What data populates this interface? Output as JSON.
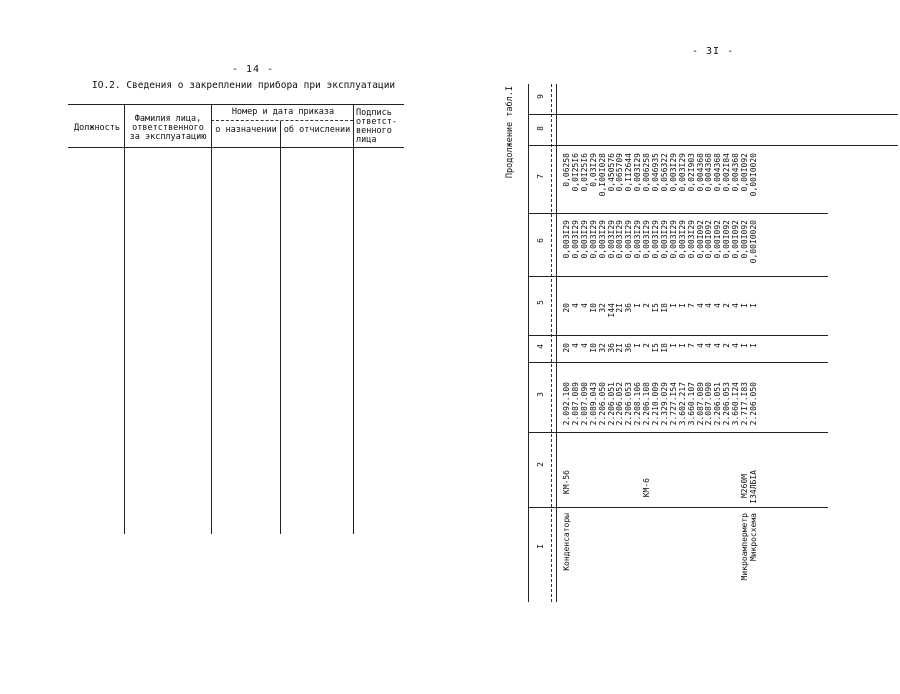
{
  "left_page": {
    "page_number": "- 14 -",
    "title": "IO.2. Сведения о закреплении прибора при эксплуатации",
    "headers": {
      "position": "Должность",
      "name": "Фамилия лица, ответственного за эксплуатацию",
      "order": "Номер и дата приказа",
      "appointment": "о назначении",
      "dismissal": "об отчислении",
      "signature": "Подпись ответст- венного лица"
    }
  },
  "right_page": {
    "page_number": "- 3I -",
    "caption": "Продолжение табл.I",
    "column_numbers": [
      "I",
      "2",
      "3",
      "4",
      "5",
      "6",
      "7",
      "8",
      "9"
    ],
    "col1": [
      "Конденсаторы",
      "Микроамперметр",
      "Микросхема"
    ],
    "col2": [
      "КМ-5б",
      "КМ-6",
      "М260М",
      "I34ЛБIА"
    ],
    "col3": [
      "2.092.100",
      "2.087.089",
      "2.087.090",
      "2.089.043",
      "2.206.050",
      "2.206.051",
      "2.206.052",
      "2.206.053",
      "2.208.106",
      "2.206.108",
      "2.210.009",
      "2.329.029",
      "2.727.I54",
      "3.602.217",
      "3.660.107",
      "2.087.089",
      "2.087.090",
      "2.206.051",
      "2.206.053",
      "3.660.I24",
      "2.7I7.I83",
      "2.206.050"
    ],
    "col4": [
      "20",
      "4",
      "4",
      "I0",
      "32",
      "36",
      "2I",
      "36",
      "I",
      "2",
      "I5",
      "I8",
      "I",
      "I",
      "7",
      "4",
      "4",
      "4",
      "2",
      "4",
      "I",
      "I"
    ],
    "col5": [
      "20",
      "4",
      "4",
      "I0",
      "32",
      "I44",
      "2I",
      "36",
      "I",
      "2",
      "I5",
      "I8",
      "I",
      "I",
      "7",
      "4",
      "4",
      "4",
      "2",
      "4",
      "I",
      "I"
    ],
    "col6": [
      "0,003I29",
      "0,003I29",
      "0,003I29",
      "0,003I29",
      "0,003I29",
      "0,003I29",
      "0,003I29",
      "0,003I29",
      "0,003I29",
      "0,003I29",
      "0,003I29",
      "0,003I29",
      "0,003I29",
      "0,003I29",
      "0,003I29",
      "0,00I092",
      "0,00I092",
      "0,00I092",
      "0,00I092",
      "0,00I092",
      "0,00I092",
      "0,00I0020"
    ],
    "col7": [
      "0,06258",
      "0,0I25I6",
      "0,0I25I6",
      "0,03I29",
      "0,I00I028",
      "0,450576",
      "0,065709",
      "0,II2644",
      "0,003I29",
      "0,006258",
      "0,046935",
      "0,056322",
      "0,003I29",
      "0,003I29",
      "0,02I903",
      "0,004368",
      "0,004368",
      "0,004368",
      "0,002I84",
      "0,004368",
      "0,00I092",
      "0,00I0020"
    ]
  }
}
